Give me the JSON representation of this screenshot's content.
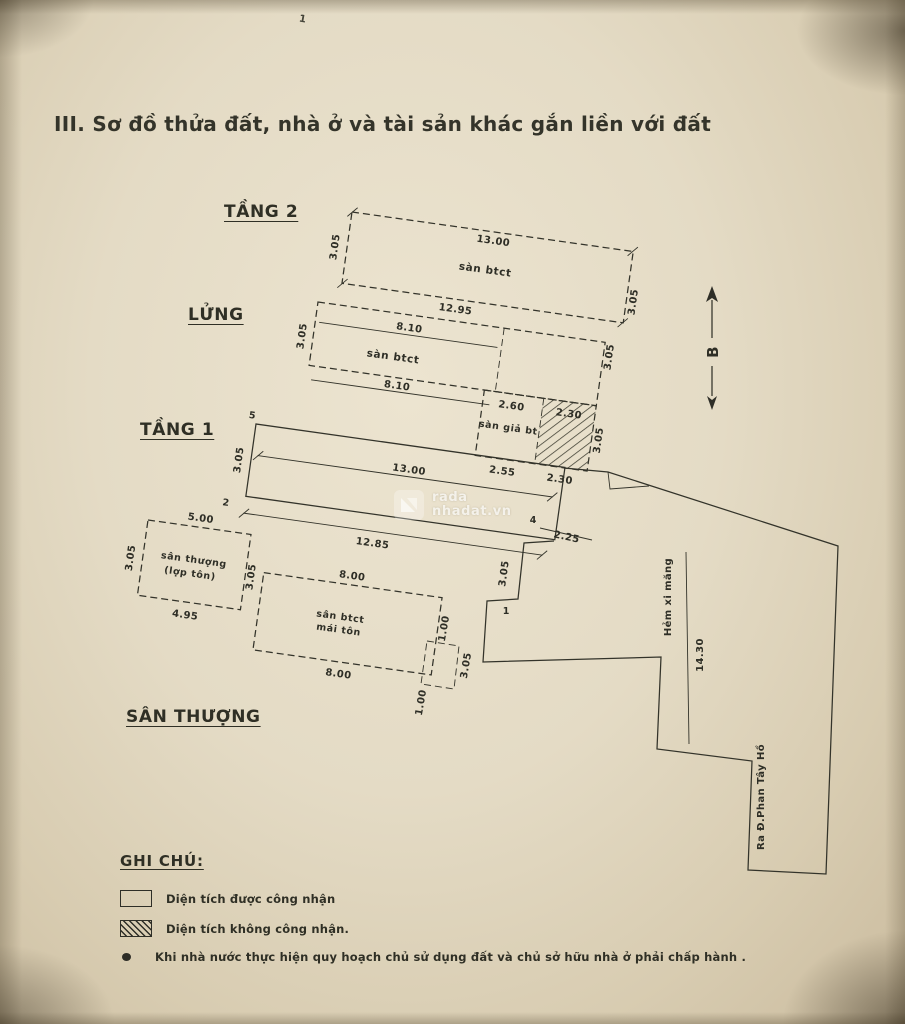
{
  "page": {
    "title": "III. Sơ đồ thửa đất, nhà ở và tài sản khác gắn liền với đất",
    "corner_mark": "1"
  },
  "compass": {
    "north_label": "B"
  },
  "watermark": {
    "line1": "rada",
    "line2": "nhadat.vn"
  },
  "plans": {
    "tang2": {
      "label": "TẦNG 2",
      "dim_top": "13.00",
      "dim_bottom": "12.95",
      "dim_left": "3.05",
      "dim_right": "3.05",
      "area": "sàn btct"
    },
    "lung": {
      "label": "LỬNG",
      "dim_top": "8.10",
      "dim_bottom": "8.10",
      "dim_left": "3.05",
      "dim_right": "3.05",
      "area": "sàn btct",
      "mezz": {
        "area": "sàn giả bt",
        "dim_top_1": "2.60",
        "dim_top_2": "2.30",
        "dim_bottom_1": "2.55",
        "dim_bottom_2": "2.30",
        "dim_right": "3.05"
      }
    },
    "tang1": {
      "label": "TẦNG 1",
      "dim_top": "13.00",
      "dim_left": "3.05",
      "dim_bottom": "12.85",
      "dim_offset": "2.25",
      "dim_drop": "3.05",
      "pt_a": "5",
      "pt_b": "2",
      "pt_c": "4",
      "pt_d": "1"
    },
    "san_thuong": {
      "label": "SÂN THƯỢNG",
      "dim_gap": "3.05",
      "terrace": {
        "dim_top": "5.00",
        "dim_left": "3.05",
        "dim_bottom": "4.95",
        "area_1": "sân thượng",
        "area_2": "(lợp tôn)"
      },
      "roof": {
        "dim_top": "8.00",
        "dim_bottom": "8.00",
        "area_1": "sân btct",
        "area_2": "mái tôn",
        "dim_edge_top": "1.00",
        "dim_edge_bottom": "1.00",
        "dim_right": "3.05"
      }
    },
    "parcel": {
      "alley_label": "Hẻm xi măng",
      "alley_dim": "14.30",
      "exit_label": "Ra Đ.Phan Tây Hồ"
    }
  },
  "legend": {
    "title": "GHI CHÚ:",
    "recognized": "Diện tích được công nhận",
    "not_recognized": "Diện tích không công nhận.",
    "note": "Khi nhà nước thực hiện quy hoạch chủ sử dụng đất và chủ sở hữu nhà ở phải chấp hành ."
  }
}
